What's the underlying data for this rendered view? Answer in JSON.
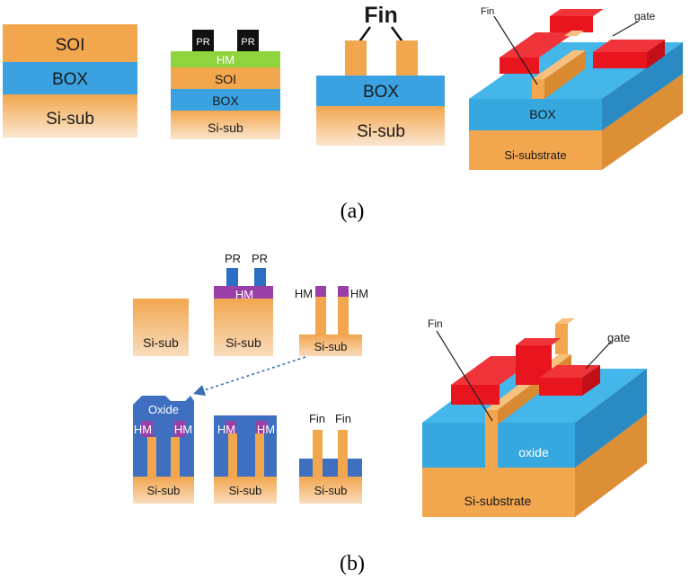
{
  "colors": {
    "si": "#f2a64e",
    "box": "#3aa2e0",
    "oxide_blue": "#3e6fc0",
    "hm_green": "#8fd43c",
    "hm_purple": "#9b3fa8",
    "pr_black": "#111111",
    "pr_blue": "#2a6fc4",
    "gate_red": "#e8141e"
  },
  "panel_a": {
    "step1": {
      "soi": "SOI",
      "box": "BOX",
      "sub": "Si-sub"
    },
    "step2": {
      "pr_left": "PR",
      "pr_right": "PR",
      "hm": "HM",
      "soi": "SOI",
      "box": "BOX",
      "sub": "Si-sub"
    },
    "step3": {
      "fin": "Fin",
      "box": "BOX",
      "sub": "Si-sub"
    },
    "device": {
      "fin": "Fin",
      "gate": "gate",
      "box": "BOX",
      "substrate": "Si-substrate"
    },
    "caption": "(a)"
  },
  "panel_b": {
    "step1": {
      "sub": "Si-sub"
    },
    "step2": {
      "pr_left": "PR",
      "pr_right": "PR",
      "hm": "HM",
      "sub": "Si-sub"
    },
    "step3": {
      "hm_left": "HM",
      "hm_right": "HM",
      "sub": "Si-sub"
    },
    "step4": {
      "oxide": "Oxide",
      "hm_left": "HM",
      "hm_right": "HM",
      "sub": "Si-sub"
    },
    "step5": {
      "hm_left": "HM",
      "hm_right": "HM",
      "sub": "Si-sub"
    },
    "step6": {
      "fin_left": "Fin",
      "fin_right": "Fin",
      "sub": "Si-sub"
    },
    "device": {
      "fin": "Fin",
      "gate": "gate",
      "oxide": "oxide",
      "substrate": "Si-substrate"
    },
    "caption": "(b)"
  }
}
